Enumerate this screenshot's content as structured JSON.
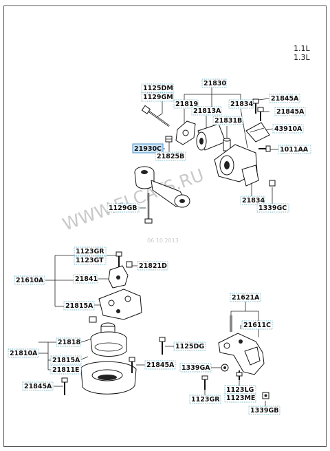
{
  "variant": {
    "line1": "1.1L",
    "line2": "1.3L",
    "color": "#e0393c"
  },
  "watermark": {
    "site": "WWW.ELCATS.RU",
    "date": "06.10.2013"
  },
  "labels": {
    "l_1125DM": "1125DM",
    "l_1129GM": "1129GM",
    "l_21830": "21830",
    "l_21845A_1": "21845A",
    "l_21819": "21819",
    "l_21834_1": "21834",
    "l_21813A": "21813A",
    "l_21845A_2": "21845A",
    "l_21831B": "21831B",
    "l_43910A": "43910A",
    "l_21930C": "21930C",
    "l_21825B": "21825B",
    "l_1011AA": "1011AA",
    "l_21834_2": "21834",
    "l_1129GB": "1129GB",
    "l_1339GC": "1339GC",
    "l_1123GR_1": "1123GR",
    "l_1123GT": "1123GT",
    "l_21821D": "21821D",
    "l_21610A": "21610A",
    "l_21841": "21841",
    "l_21815A_1": "21815A",
    "l_21621A": "21621A",
    "l_21611C": "21611C",
    "l_21818": "21818",
    "l_1125DG": "1125DG",
    "l_21810A": "21810A",
    "l_21815A_2": "21815A",
    "l_21811E": "21811E",
    "l_21845A_3": "21845A",
    "l_1339GA": "1339GA",
    "l_21845A_4": "21845A",
    "l_1123GR_2": "1123GR",
    "l_1123LG": "1123LG",
    "l_1123ME": "1123ME",
    "l_1339GB": "1339GB"
  }
}
